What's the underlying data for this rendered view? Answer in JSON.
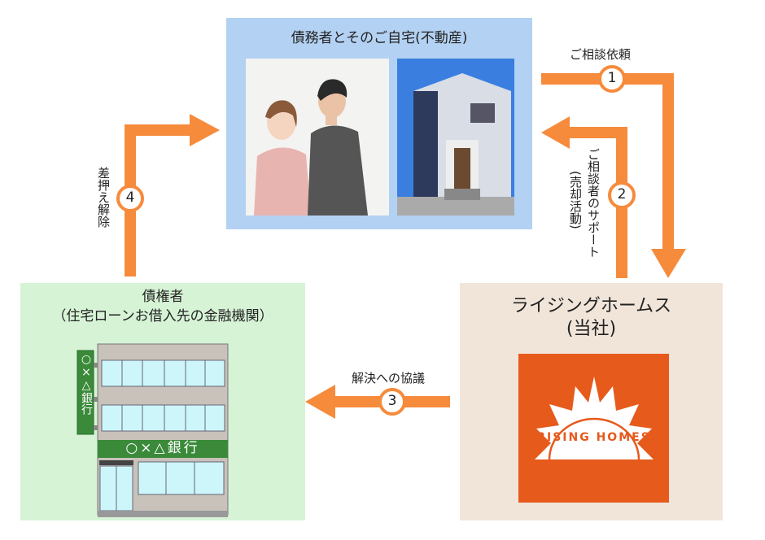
{
  "debtor": {
    "title": "債務者とそのご自宅(不動産)"
  },
  "creditor": {
    "title_line1": "債権者",
    "title_line2": "（住宅ローンお借入先の金融機関）",
    "bank_sign_vertical": "○×△銀行",
    "bank_sign_horizontal": "○×△銀行"
  },
  "company": {
    "title_line1": "ライジングホームス",
    "title_line2": "(当社)",
    "logo_text": "RISING HOMES"
  },
  "steps": [
    {
      "number": "1",
      "label": "ご相談依頼"
    },
    {
      "number": "2",
      "label": "ご相談者のサポート",
      "sublabel": "(売却活動)"
    },
    {
      "number": "3",
      "label": "解決への協議"
    },
    {
      "number": "4",
      "label": "差押え解除"
    }
  ],
  "colors": {
    "arrow": "#f68b3c",
    "logo": "#e65a1c",
    "debtor_bg": "#b3d1f2",
    "creditor_bg": "#d6f3d6",
    "company_bg": "#f1e5da",
    "bank_green": "#3a8a3a"
  }
}
